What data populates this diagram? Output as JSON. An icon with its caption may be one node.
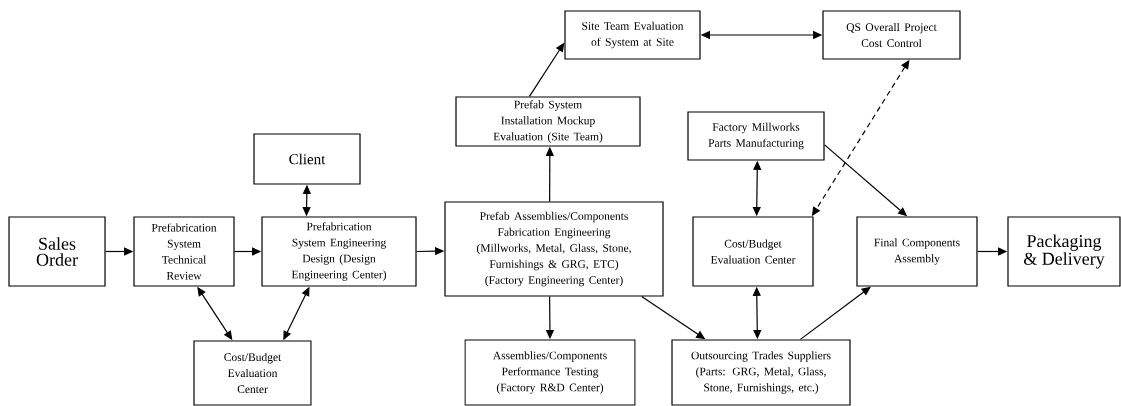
{
  "diagram": {
    "nodes": [
      {
        "text": [
          "Sales Order"
        ]
      },
      {
        "text": [
          "Prefabrication System Technical Review"
        ]
      },
      {
        "text": [
          "Client"
        ]
      },
      {
        "text": [
          "Prefabrication System Engineering Design (Design Engineering Center)"
        ]
      },
      {
        "text": [
          "Cost/Budget Evaluation Center"
        ]
      },
      {
        "text": [
          "Site Team Evaluation of System at Site"
        ]
      },
      {
        "text": [
          "QS Overall Project Cost Control"
        ]
      },
      {
        "text": [
          "Prefab System Installation Mockup Evaluation (Site Team)"
        ]
      },
      {
        "text": [
          "Factory Millworks Parts Manufacturing"
        ]
      },
      {
        "text": [
          "Prefab Assemblies/Components Fabrication Engineering (Millworks, Metal, Glass, Stone, Furnishings & GRG, ETC) (Factory Engineering Center)"
        ]
      },
      {
        "text": [
          "Cost/Budget Evaluation Center"
        ]
      },
      {
        "text": [
          "Final Components Assembly"
        ]
      },
      {
        "text": [
          "Packaging & Delivery"
        ]
      },
      {
        "text": [
          "Assemblies/Components Performance Testing (Factory R&D Center)"
        ]
      },
      {
        "text": [
          "Outsourcing Trades Suppliers (Parts: GRG, Metal, Glass, Stone, Furnishings, etc.)"
        ]
      }
    ],
    "edges": [
      {
        "from": 0,
        "to": 1,
        "arrow": "to"
      },
      {
        "from": 1,
        "to": 3,
        "arrow": "to"
      },
      {
        "from": 2,
        "to": 3,
        "arrow": "both"
      },
      {
        "from": 1,
        "to": 4,
        "arrow": "both"
      },
      {
        "from": 3,
        "to": 4,
        "arrow": "both"
      },
      {
        "from": 3,
        "to": 9,
        "arrow": "to"
      },
      {
        "from": 9,
        "to": 7,
        "arrow": "to"
      },
      {
        "from": 7,
        "to": 5,
        "arrow": "to"
      },
      {
        "from": 5,
        "to": 6,
        "arrow": "both"
      },
      {
        "from": 9,
        "to": 13,
        "arrow": "to"
      },
      {
        "from": 9,
        "to": 14,
        "arrow": "to"
      },
      {
        "from": 8,
        "to": 10,
        "arrow": "both"
      },
      {
        "from": 10,
        "to": 14,
        "arrow": "both"
      },
      {
        "from": 6,
        "to": 10,
        "arrow": "both",
        "style": "dashed"
      },
      {
        "from": 8,
        "to": 11,
        "arrow": "to"
      },
      {
        "from": 14,
        "to": 11,
        "arrow": "to"
      },
      {
        "from": 11,
        "to": 12,
        "arrow": "to"
      }
    ]
  }
}
